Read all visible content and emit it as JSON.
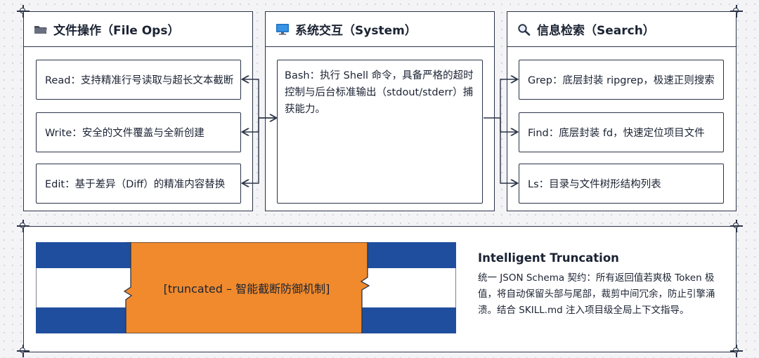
{
  "panels": {
    "file_ops": {
      "title": "文件操作（File Ops）",
      "icon": "folder-icon",
      "items": [
        "Read：支持精准行号读取与超长文本截断",
        "Write：安全的文件覆盖与全新创建",
        "Edit：基于差异（Diff）的精准内容替换"
      ]
    },
    "system": {
      "title": "系统交互（System）",
      "icon": "monitor-icon",
      "body": "Bash：执行 Shell 命令，具备严格的超时控制与后台标准输出（stdout/stderr）捕获能力。"
    },
    "search": {
      "title": "信息检索（Search）",
      "icon": "magnifier-icon",
      "items": [
        "Grep：底层封装 ripgrep，极速正则搜索",
        "Find：底层封装 fd，快速定位项目文件",
        "Ls：目录与文件树形结构列表"
      ]
    }
  },
  "truncation": {
    "banner_label": "[truncated – 智能截断防御机制]",
    "title": "Intelligent Truncation",
    "description": "统一 JSON Schema 契约：所有返回值若爽极 Token 极值，将自动保留头部与尾部，裁剪中间冗余，防止引擎涌溃。结合 SKILL.md 注入项目级全局上下文指导。"
  },
  "colors": {
    "stroke": "#2a3346",
    "navy_band": "#1f4e9e",
    "orange": "#f08a2c",
    "background": "#f4f4f7"
  }
}
